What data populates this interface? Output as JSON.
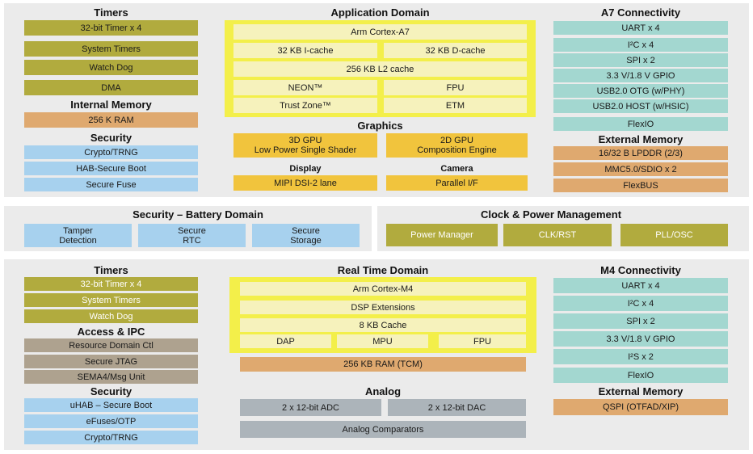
{
  "top": {
    "timers": {
      "title": "Timers",
      "items": [
        "32-bit Timer x 4",
        "System Timers",
        "Watch Dog",
        "DMA"
      ]
    },
    "internal_memory": {
      "title": "Internal Memory",
      "items": [
        "256 K RAM"
      ]
    },
    "security": {
      "title": "Security",
      "items": [
        "Crypto/TRNG",
        "HAB-Secure Boot",
        "Secure Fuse"
      ]
    },
    "app_domain": {
      "title": "Application Domain",
      "cpu": "Arm Cortex-A7",
      "icache": "32 KB I-cache",
      "dcache": "32 KB D-cache",
      "l2": "256 KB L2 cache",
      "neon": "NEON™",
      "fpu": "FPU",
      "trustzone": "Trust Zone™",
      "etm": "ETM"
    },
    "graphics": {
      "title": "Graphics",
      "gpu3d": [
        "3D GPU",
        "Low Power Single Shader"
      ],
      "gpu2d": [
        "2D GPU",
        "Composition Engine"
      ]
    },
    "display": {
      "title": "Display",
      "items": [
        "MIPI DSI-2 lane"
      ]
    },
    "camera": {
      "title": "Camera",
      "items": [
        "Parallel I/F"
      ]
    },
    "a7_connectivity": {
      "title": "A7 Connectivity",
      "items": [
        "UART x 4",
        "I²C x 4",
        "SPI x 2",
        "3.3 V/1.8 V GPIO",
        "USB2.0 OTG (w/PHY)",
        "USB2.0 HOST (w/HSIC)",
        "FlexIO"
      ]
    },
    "external_memory": {
      "title": "External Memory",
      "items": [
        "16/32 B LPDDR (2/3)",
        "MMC5.0/SDIO x 2",
        "FlexBUS"
      ]
    }
  },
  "middle": {
    "battery": {
      "title": "Security – Battery Domain",
      "items": [
        [
          "Tamper",
          "Detection"
        ],
        [
          "Secure",
          "RTC"
        ],
        [
          "Secure",
          "Storage"
        ]
      ]
    },
    "clock": {
      "title": "Clock & Power Management",
      "items": [
        "Power Manager",
        "CLK/RST",
        "PLL/OSC"
      ]
    }
  },
  "bottom": {
    "timers": {
      "title": "Timers",
      "items": [
        "32-bit Timer x 4",
        "System Timers",
        "Watch Dog"
      ]
    },
    "access_ipc": {
      "title": "Access & IPC",
      "items": [
        "Resource Domain Ctl",
        "Secure JTAG",
        "SEMA4/Msg Unit"
      ]
    },
    "security": {
      "title": "Security",
      "items": [
        "uHAB – Secure Boot",
        "eFuses/OTP",
        "Crypto/TRNG"
      ]
    },
    "rt_domain": {
      "title": "Real Time Domain",
      "cpu": "Arm Cortex-M4",
      "dsp": "DSP Extensions",
      "cache": "8 KB Cache",
      "dap": "DAP",
      "mpu": "MPU",
      "fpu": "FPU",
      "ram": "256 KB RAM (TCM)"
    },
    "analog": {
      "title": "Analog",
      "adc": "2 x 12-bit ADC",
      "dac": "2 x 12-bit DAC",
      "comparators": "Analog Comparators"
    },
    "m4_connectivity": {
      "title": "M4 Connectivity",
      "items": [
        "UART x 4",
        "I²C x 4",
        "SPI x 2",
        "3.3 V/1.8 V GPIO",
        "I²S x 2",
        "FlexIO"
      ]
    },
    "external_memory": {
      "title": "External Memory",
      "items": [
        "QSPI (OTFAD/XIP)"
      ]
    }
  },
  "colors": {
    "olive": "#b1ab3e",
    "tan": "#dfa96f",
    "blue": "#a7d1ee",
    "teal": "#a3d7d0",
    "brown": "#aea28f",
    "gray": "#acb4ba",
    "yellow": "#f3ef4a",
    "gold": "#f1c43d",
    "panel": "#ebebeb"
  }
}
